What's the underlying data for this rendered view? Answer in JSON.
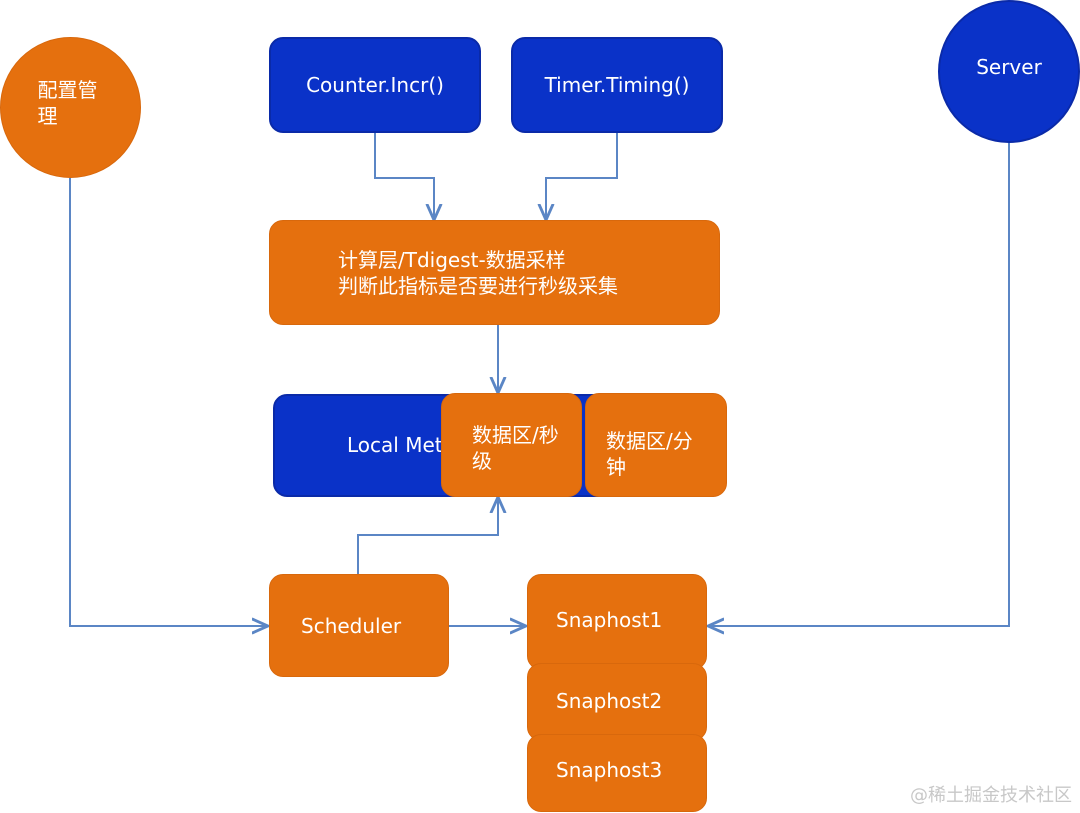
{
  "nodes": {
    "config": "配置管\n理",
    "counter": "Counter.Incr()",
    "timer": "Timer.Timing()",
    "server": "Server",
    "compute_line1": "计算层/Tdigest-数据采样",
    "compute_line2": "判断此指标是否要进行秒级采集",
    "local_metric": "Local Met",
    "data_sec": "数据区/秒\n级",
    "data_min": "数据区/分\n钟",
    "scheduler": "Scheduler",
    "snap1": "Snaphost1",
    "snap2": "Snaphost2",
    "snap3": "Snaphost3"
  },
  "watermark": "@稀土掘金技术社区",
  "colors": {
    "blue": "#0a32c8",
    "orange": "#e5700e",
    "edge": "#5b86c5"
  }
}
